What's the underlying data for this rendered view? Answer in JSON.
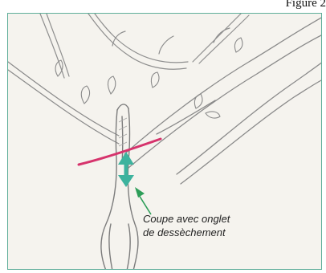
{
  "figure": {
    "title": "Figure 2",
    "caption_lines": [
      "Coupe avec onglet",
      "de dessèchement"
    ]
  },
  "colors": {
    "frame_border": "#5fae9a",
    "cut_line": "#d6336c",
    "measure_arrow": "#3db39e",
    "pointer_arrow": "#2e9e59",
    "pencil": "#8a8a8a"
  }
}
